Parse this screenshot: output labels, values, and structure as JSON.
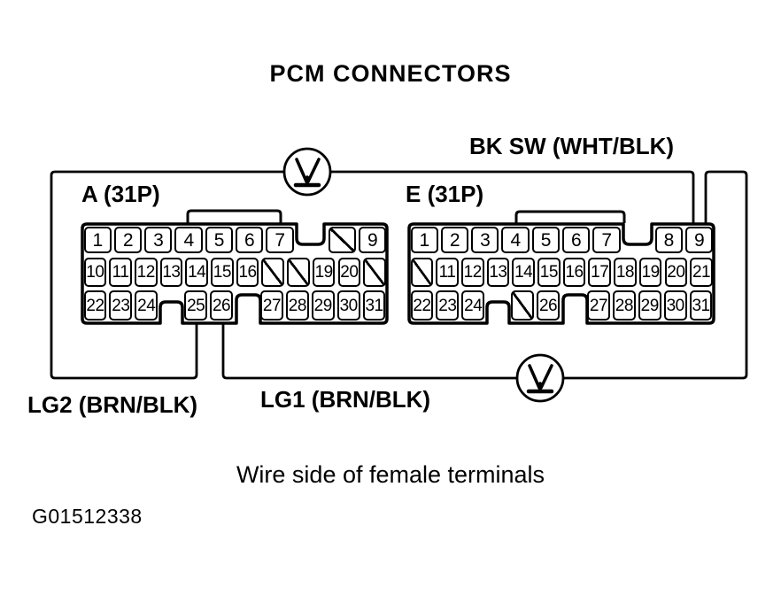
{
  "title": "PCM CONNECTORS",
  "labels": {
    "bk_sw": "BK SW (WHT/BLK)",
    "lg2": "LG2 (BRN/BLK)",
    "lg1": "LG1 (BRN/BLK)",
    "note": "Wire side of female terminals",
    "figure_code": "G01512338"
  },
  "colors": {
    "ink": "#000000",
    "paper": "#ffffff"
  },
  "ground_symbols": {
    "top": "chassis-ground",
    "bottom": "chassis-ground"
  },
  "connectors": [
    {
      "id": "A",
      "label": "A (31P)",
      "rows": [
        [
          "1",
          "2",
          "3",
          "4",
          "5",
          "6",
          "7",
          "NOTCH",
          "/",
          "9"
        ],
        [
          "10",
          "11",
          "12",
          "13",
          "14",
          "15",
          "16",
          "/",
          "/",
          "19",
          "20",
          "/"
        ],
        [
          "22",
          "23",
          "24",
          "NOTCH_SM",
          "25",
          "26",
          "NOTCH_LG",
          "27",
          "28",
          "29",
          "30",
          "31"
        ]
      ]
    },
    {
      "id": "E",
      "label": "E (31P)",
      "rows": [
        [
          "1",
          "2",
          "3",
          "4",
          "5",
          "6",
          "7",
          "NOTCH",
          "8",
          "9"
        ],
        [
          "/",
          "11",
          "12",
          "13",
          "14",
          "15",
          "16",
          "17",
          "18",
          "19",
          "20",
          "21"
        ],
        [
          "22",
          "23",
          "24",
          "NOTCH_SM",
          "/",
          "26",
          "NOTCH_LG",
          "27",
          "28",
          "29",
          "30",
          "31"
        ]
      ]
    }
  ]
}
